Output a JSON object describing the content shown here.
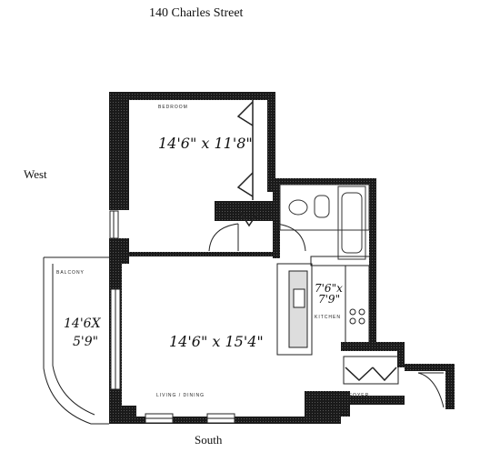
{
  "title": "140 Charles Street",
  "compass": {
    "west": "West",
    "south": "South"
  },
  "rooms": {
    "bedroom": {
      "label": "BEDROOM",
      "dims": "14'6\" x 11'8\""
    },
    "living_dining": {
      "label": "LIVING / DINING",
      "dims": "14'6\" x 15'4\""
    },
    "balcony": {
      "label": "BALCONY",
      "dims_line1": "14'6X",
      "dims_line2": "5'9\""
    },
    "kitchen": {
      "label": "KITCHEN",
      "dims_line1": "7'6\"x",
      "dims_line2": "7'9\""
    },
    "foyer": {
      "label": "FOYER"
    }
  },
  "colors": {
    "wall": "#1a1a1a",
    "line": "#222222",
    "paper": "#ffffff"
  }
}
